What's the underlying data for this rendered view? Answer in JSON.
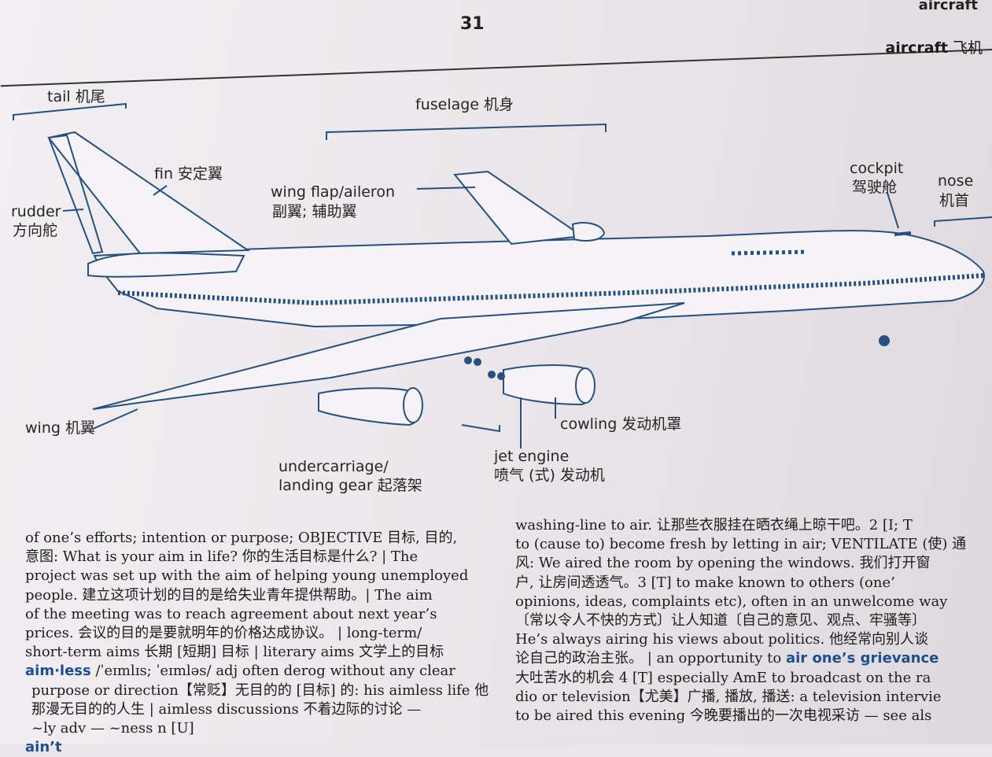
{
  "header": {
    "page_number": "31",
    "running_head": "aircraft",
    "entry_headword": "aircraft",
    "entry_gloss": "飞机"
  },
  "diagram_labels": {
    "tail": "tail 机尾",
    "fuselage": "fuselage 机身",
    "fin": "fin 安定翼",
    "rudder": "rudder",
    "rudder_cn": "方向舵",
    "wing_flap": "wing flap/aileron",
    "wing_flap_cn": "副翼; 辅助翼",
    "cockpit": "cockpit",
    "cockpit_cn": "驾驶舱",
    "nose": "nose",
    "nose_cn": "机首",
    "wing": "wing 机翼",
    "cowling": "cowling 发动机罩",
    "jet_engine": "jet engine",
    "jet_engine_cn": "喷气 (式) 发动机",
    "undercarriage": "undercarriage/",
    "landing_gear": "landing gear 起落架"
  },
  "left_column": {
    "lines": [
      "of one’s efforts; intention or purpose; OBJECTIVE 目标, 目的,",
      "意图: What is your aim in life? 你的生活目标是什么? | The",
      "project was set up with the aim of helping young unemployed",
      "people. 建立这项计划的目的是给失业青年提供帮助。| The aim",
      "of the meeting was to reach agreement about next year’s",
      "prices. 会议的目的是要就明年的价格达成协议。 | long-term/",
      "short-term aims 长期 [短期] 目标 | literary aims 文学上的目标"
    ],
    "aimless_headword": "aim·less",
    "aimless_line1": " /ˈeɪmlɪs; ˈeɪmləs/ adj often derog without any clear",
    "aimless_line2": "purpose or direction【常贬】无目的的 [目标] 的: his aimless life 他",
    "aimless_line3": "那漫无目的的人生 | aimless discussions 不着边际的讨论 —",
    "aimless_line4": "~ly adv — ~ness n [U]",
    "aint_headword": "ain’t"
  },
  "right_column": {
    "lines": [
      "washing-line to air. 让那些衣服挂在晒衣绳上晾干吧。2 [I; T",
      "to (cause to) become fresh by letting in air; VENTILATE (使) 通",
      "风: We aired the room by opening the windows. 我们打开窗",
      "户, 让房间透透气。3 [T] to make known to others (one’",
      "opinions, ideas, complaints etc), often in an unwelcome way",
      "〔常以令人不快的方式〕让人知道〔自己的意见、观点、牢骚等〕",
      "He’s always airing his views about politics. 他经常向别人谈",
      "论自己的政治主张。 | an opportunity to"
    ],
    "grievance_phrase": "air one’s grievance",
    "lines_after": [
      "大吐苦水的机会 4 [T] especially AmE to broadcast on the ra",
      "dio or television【尤美】广播, 播放, 播送: a television intervie",
      "to be aired this evening 今晚要播出的一次电视采访 — see als"
    ]
  },
  "colors": {
    "accent_blue": "#1f4e8c",
    "plane_line": "#26507f"
  }
}
